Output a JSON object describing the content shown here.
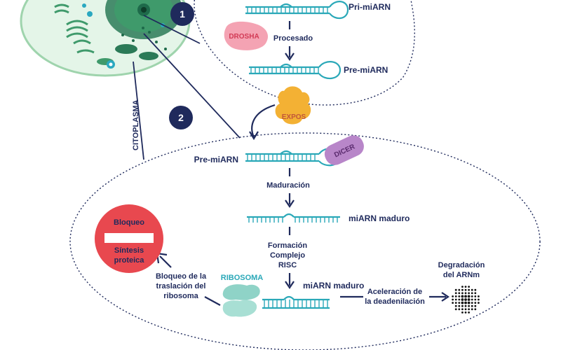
{
  "labels": {
    "pri_mirna": "Pri-miARN",
    "drosha": "DROSHA",
    "procesado": "Procesado",
    "pre_mirna_top": "Pre-miARN",
    "expos": "EXPOS",
    "citoplasma": "CITOPLASMA",
    "pre_mirna_cyto": "Pre-miARN",
    "dicer": "DICER",
    "maduracion": "Maduración",
    "mirna_maduro_1": "miARN maduro",
    "formacion_1": "Formación",
    "formacion_2": "Complejo",
    "formacion_3": "RISC",
    "mirna_maduro_2": "miARN maduro",
    "bloqueo_sign": "Bloqueo",
    "sintesis_1": "Síntesis",
    "sintesis_2": "proteica",
    "bloqueo_trad_1": "Bloqueo de la",
    "bloqueo_trad_2": "traslación del",
    "bloqueo_trad_3": "ribosoma",
    "ribosoma": "RIBOSOMA",
    "aceleracion_1": "Aceleración de",
    "aceleracion_2": "la deadenilación",
    "degradacion_1": "Degradación",
    "degradacion_2": "del ARNm"
  },
  "steps": [
    "1",
    "2"
  ],
  "icons": {
    "stop": "stop-sign-icon",
    "ribosome": "ribosome-icon",
    "degradation": "degradation-dots-icon",
    "cell": "cell-icon"
  },
  "colors": {
    "navy": "#1f2a5c",
    "rna": "#2aa8b8",
    "drosha": "#f4a3b3",
    "drosha_text": "#d23a55",
    "expos": "#f3b134",
    "dicer": "#b886c9",
    "stop": "#e8484f",
    "ribosome": "#8fd3c7",
    "cell": "#dff3e4"
  }
}
